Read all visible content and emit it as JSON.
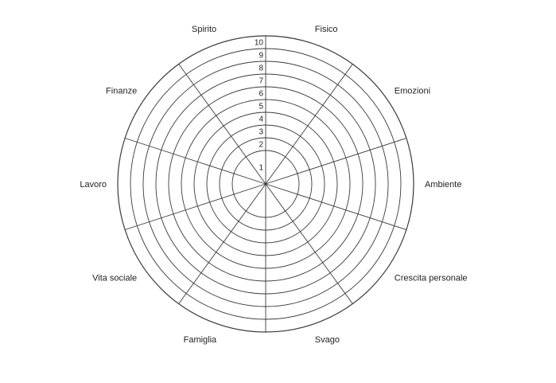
{
  "colors": {
    "line": "#3a3a3a",
    "text": "#222222",
    "background": "#ffffff"
  },
  "diagram": {
    "type": "wheel-of-life",
    "scale": {
      "min": 1,
      "max": 10
    },
    "ring_labels": [
      "1",
      "2",
      "3",
      "4",
      "5",
      "6",
      "7",
      "8",
      "9",
      "10"
    ],
    "segments": [
      "Fisico",
      "Emozioni",
      "Ambiente",
      "Crescita personale",
      "Svago",
      "Famiglia",
      "Vita sociale",
      "Lavoro",
      "Finanze",
      "Spirito"
    ]
  }
}
